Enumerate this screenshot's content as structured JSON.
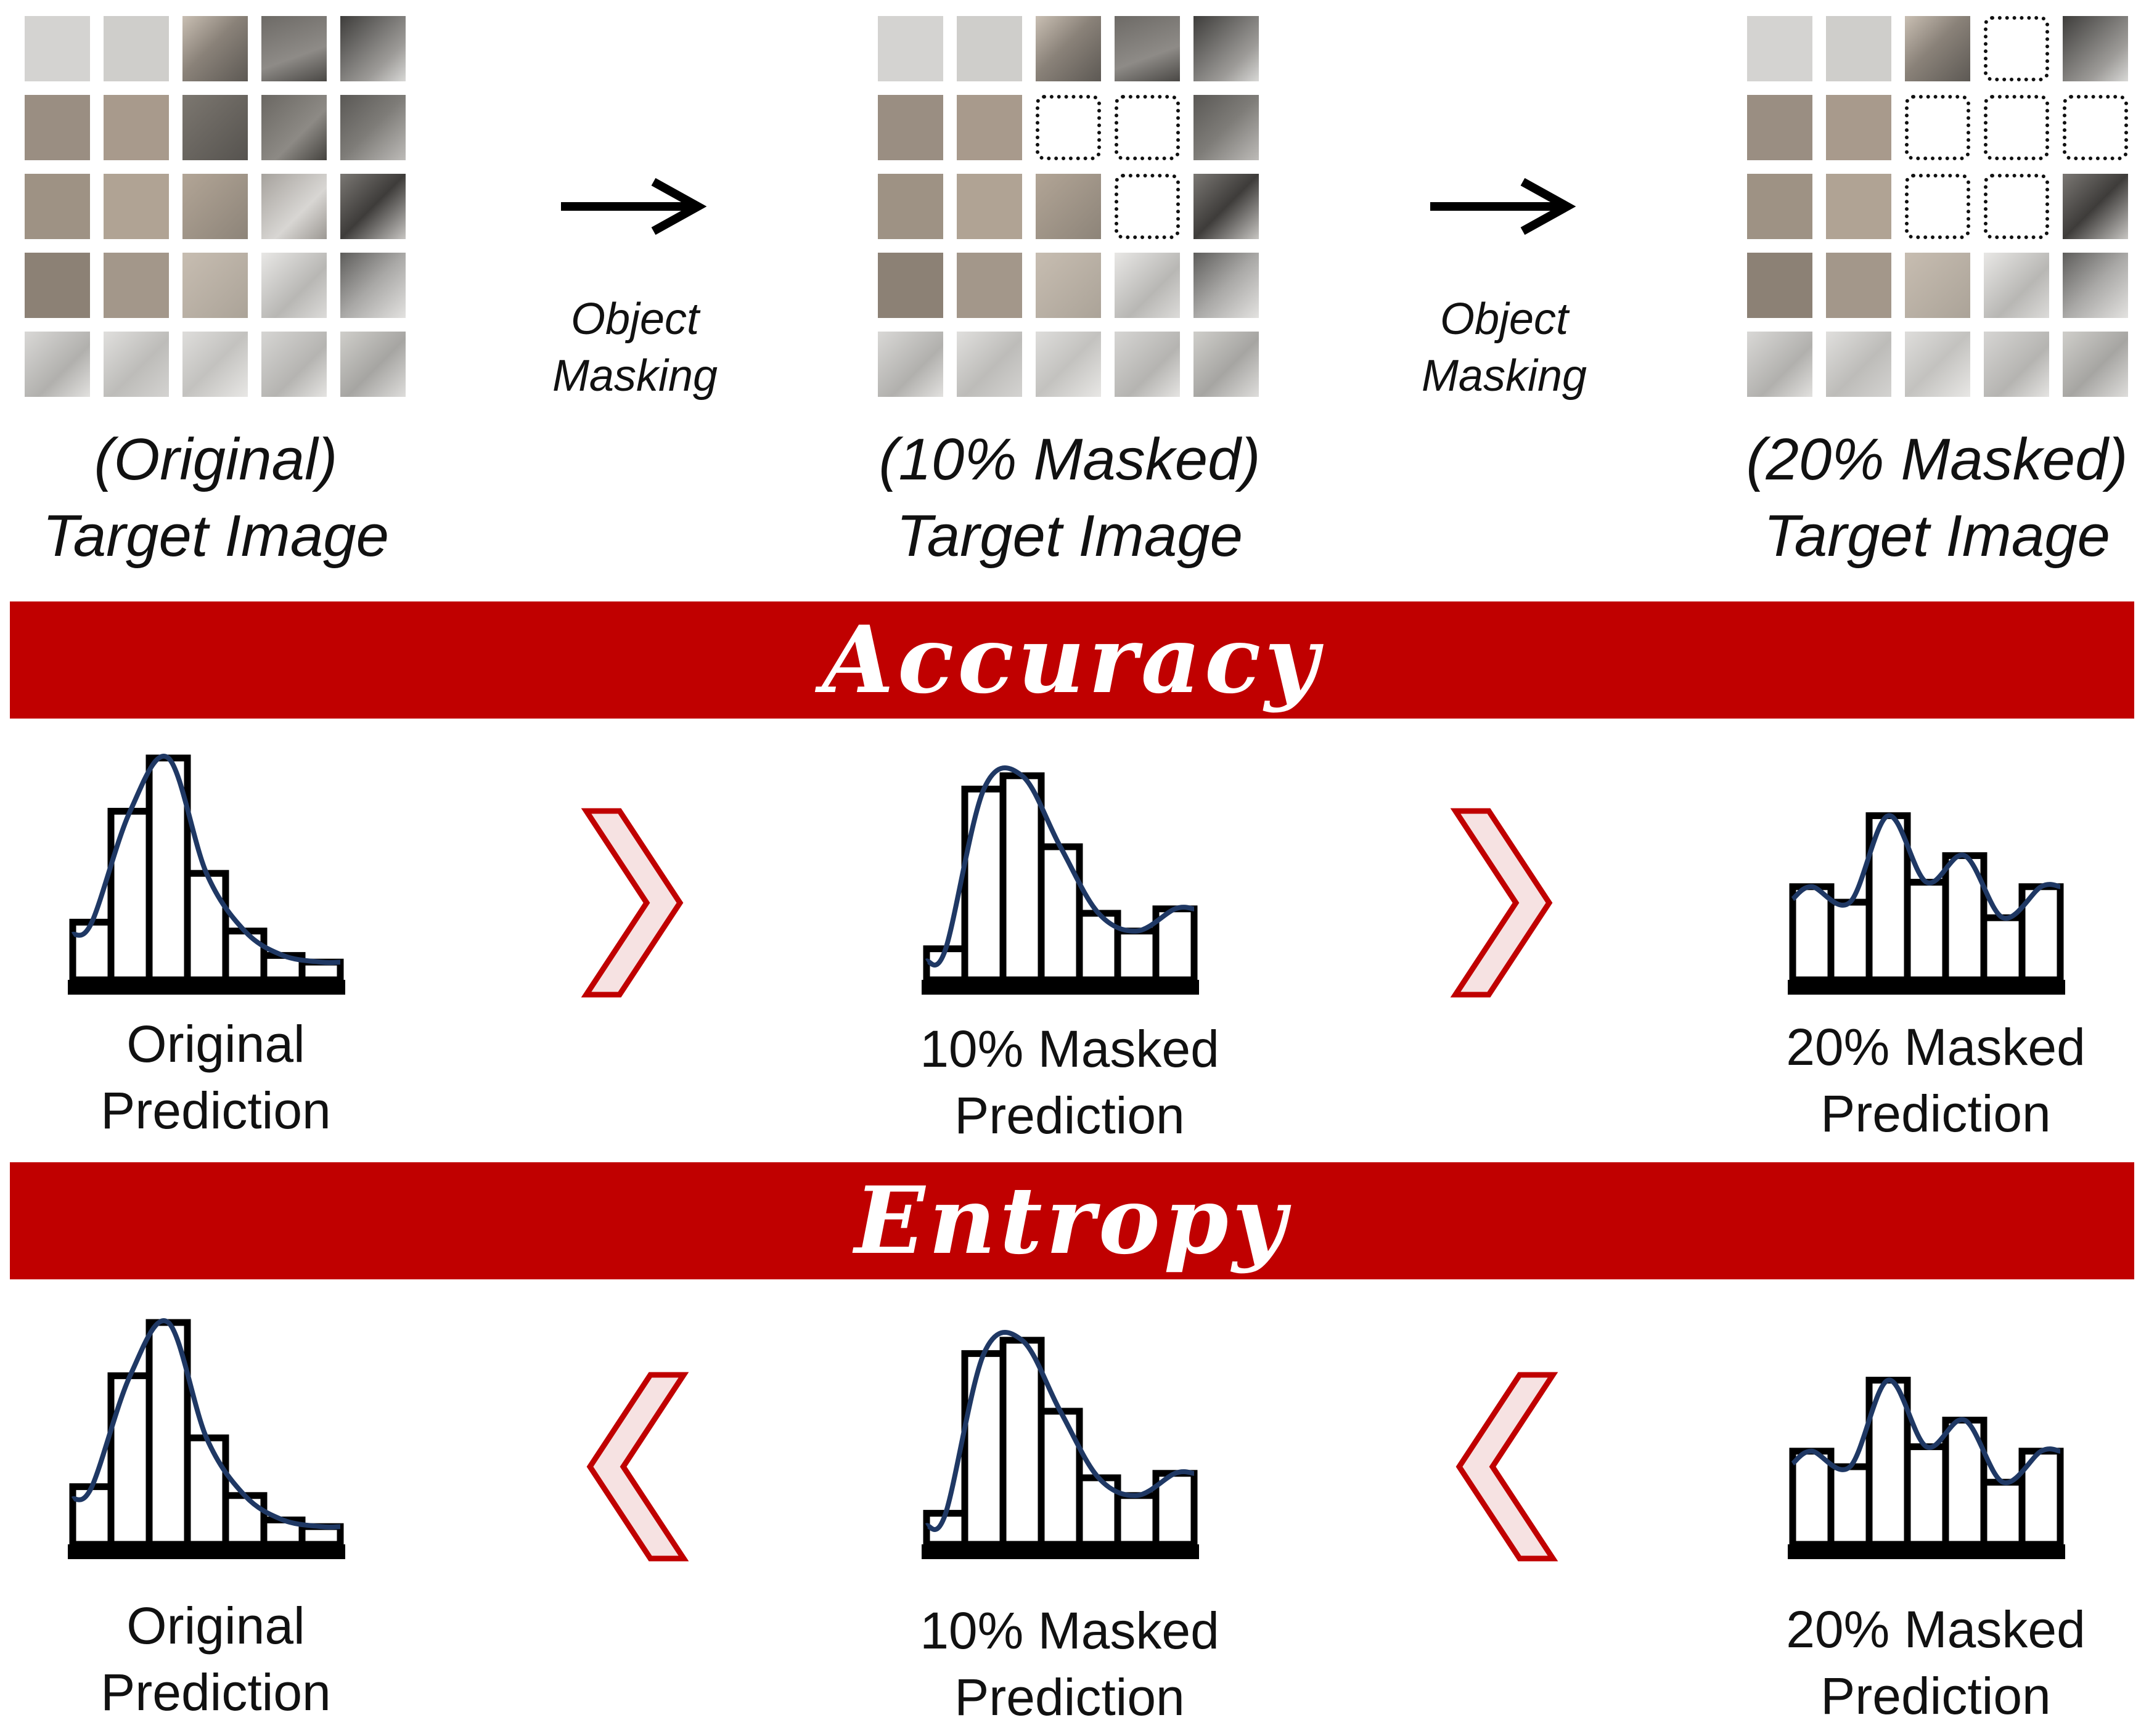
{
  "top_row": {
    "images": [
      {
        "caption_line1": "(Original)",
        "caption_line2": "Target Image",
        "masked_tiles": []
      },
      {
        "caption_line1": "(10% Masked)",
        "caption_line2": "Target Image",
        "masked_tiles": [
          [
            1,
            2
          ],
          [
            1,
            3
          ],
          [
            2,
            3
          ]
        ]
      },
      {
        "caption_line1": "(20% Masked)",
        "caption_line2": "Target Image",
        "masked_tiles": [
          [
            0,
            3
          ],
          [
            1,
            2
          ],
          [
            1,
            3
          ],
          [
            1,
            4
          ],
          [
            2,
            2
          ],
          [
            2,
            3
          ]
        ]
      }
    ],
    "arrows": [
      {
        "label_line1": "Object",
        "label_line2": "Masking"
      },
      {
        "label_line1": "Object",
        "label_line2": "Masking"
      }
    ]
  },
  "sections": [
    {
      "title": "Accuracy",
      "comparison_icon": "greater-than-chevron-icon",
      "predictions": [
        {
          "label_line1": "Original",
          "label_line2": "Prediction"
        },
        {
          "label_line1": "10% Masked",
          "label_line2": "Prediction"
        },
        {
          "label_line1": "20% Masked",
          "label_line2": "Prediction"
        }
      ]
    },
    {
      "title": "Entropy",
      "comparison_icon": "less-than-chevron-icon",
      "predictions": [
        {
          "label_line1": "Original",
          "label_line2": "Prediction"
        },
        {
          "label_line1": "10% Masked",
          "label_line2": "Prediction"
        },
        {
          "label_line1": "20% Masked",
          "label_line2": "Prediction"
        }
      ]
    }
  ],
  "histograms": {
    "original": [
      0.26,
      0.76,
      1.0,
      0.48,
      0.22,
      0.11,
      0.08
    ],
    "masked_10": [
      0.14,
      0.86,
      0.92,
      0.6,
      0.3,
      0.22,
      0.32
    ],
    "masked_20": [
      0.42,
      0.35,
      0.74,
      0.44,
      0.56,
      0.28,
      0.42
    ]
  },
  "colors": {
    "banner": "#c00000",
    "curve": "#1f3864",
    "chevron_fill": "#f6e2e2",
    "chevron_stroke": "#c00000"
  }
}
